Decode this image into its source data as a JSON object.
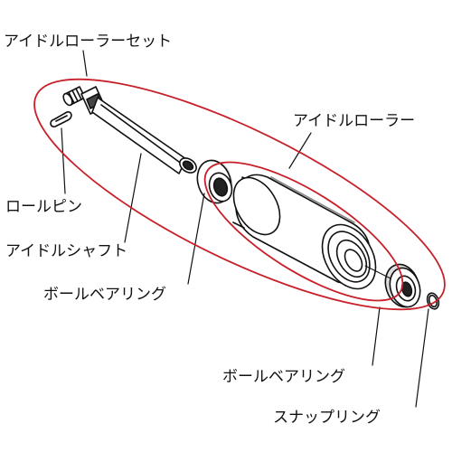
{
  "labels": {
    "idle_roller_set": "アイドルローラーセット",
    "idle_roller": "アイドルローラー",
    "roll_pin": "ロールピン",
    "idle_shaft": "アイドルシャフト",
    "ball_bearing_left": "ボールベアリング",
    "ball_bearing_right": "ボールベアリング",
    "snap_ring": "スナップリング"
  },
  "colors": {
    "highlight": "#c8202a",
    "line": "#111111",
    "background": "#ffffff"
  }
}
